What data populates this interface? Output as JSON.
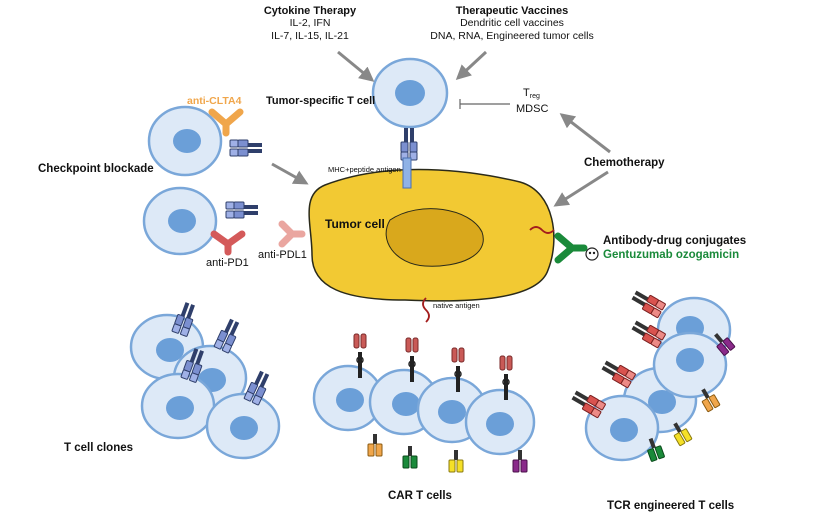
{
  "labels": {
    "cytokine_title": "Cytokine Therapy",
    "cytokine_line1": "IL-2, IFN",
    "cytokine_line2": "IL-7, IL-15, IL-21",
    "vaccines_title": "Therapeutic Vaccines",
    "vaccines_line1": "Dendritic cell vaccines",
    "vaccines_line2": "DNA, RNA, Engineered tumor cells",
    "treg_main": "T",
    "treg_sub": "reg",
    "mdsc": "MDSC",
    "tumor_specific": "Tumor-specific T cell",
    "chemotherapy": "Chemotherapy",
    "anti_clta4": "anti-CLTA4",
    "checkpoint": "Checkpoint blockade",
    "mhc_peptide": "MHC+peptide antigen",
    "tumor_cell": "Tumor cell",
    "anti_pd1": "anti-PD1",
    "anti_pdl1": "anti-PDL1",
    "adc_title": "Antibody-drug conjugates",
    "adc_drug": "Gentuzumab ozogamicin",
    "native_antigen": "native antigen",
    "t_cell_clones": "T cell clones",
    "car_t": "CAR T cells",
    "tcr_t": "TCR engineered T cells"
  },
  "colors": {
    "cell_fill": "#dde9f7",
    "cell_edge": "#7aa7d9",
    "nucleus": "#6b9fd8",
    "tumor": "#f2c933",
    "tumor_nucleus": "#d9a81c",
    "anti_clta4": "#f0a64b",
    "anti_pd1": "#d45a5a",
    "anti_pdl1": "#eaa6a0",
    "adc_green": "#1a8a3a",
    "arrow": "#888888"
  }
}
